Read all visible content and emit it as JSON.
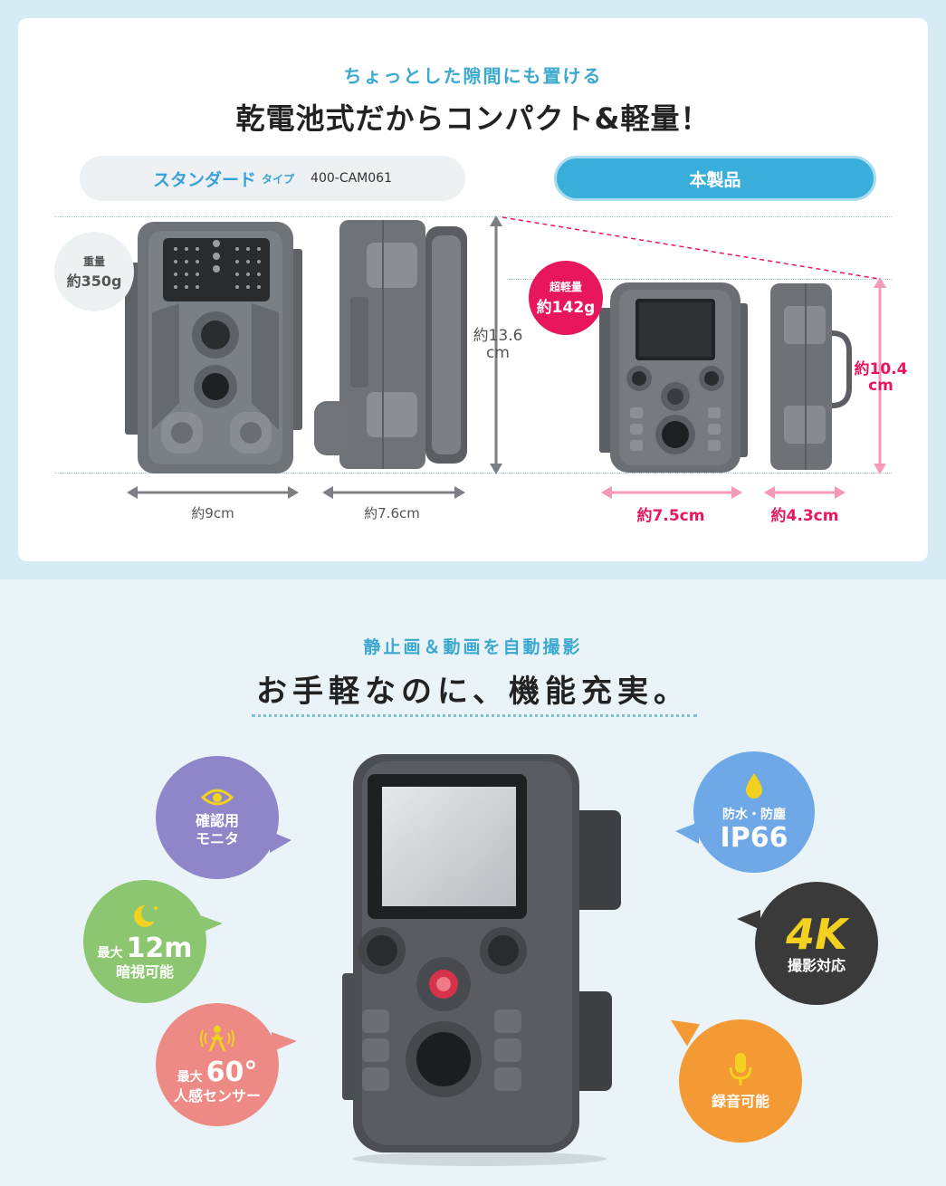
{
  "top": {
    "subtitle": "ちょっとした隙間にも置ける",
    "title": "乾電池式だからコンパクト&軽量！",
    "standard": {
      "label": "スタンダード",
      "type": "タイプ",
      "model": "400-CAM061",
      "weight_label": "重量",
      "weight_value": "約350g",
      "width": "約9cm",
      "depth": "約7.6cm",
      "height_value": "約13.6",
      "height_unit": "cm"
    },
    "product": {
      "label": "本製品",
      "weight_label": "超軽量",
      "weight_value": "約142g",
      "width": "約7.5cm",
      "depth": "約4.3cm",
      "height_value": "約10.4",
      "height_unit": "cm"
    }
  },
  "bottom": {
    "subtitle": "静止画＆動画を自動撮影",
    "title": "お手軽なのに、機能充実。",
    "features": {
      "monitor": {
        "line1": "確認用",
        "line2": "モニタ",
        "color": "#8e86c8",
        "icon": "eye-icon"
      },
      "night": {
        "prefix": "最大",
        "value": "12m",
        "line2": "暗視可能",
        "color": "#8cc670",
        "icon": "moon-icon"
      },
      "sensor": {
        "prefix": "最大",
        "value": "60°",
        "line2": "人感センサー",
        "color": "#ee8a85",
        "icon": "person-sensor-icon"
      },
      "water": {
        "line1": "防水・防塵",
        "value": "IP66",
        "color": "#6fa8e6",
        "icon": "water-drop-icon"
      },
      "fourk": {
        "value": "4K",
        "line2": "撮影対応",
        "color": "#3a3a3a",
        "accent": "#f2d21e"
      },
      "audio": {
        "line1": "録音可能",
        "color": "#f39a34",
        "icon": "microphone-icon"
      }
    }
  }
}
